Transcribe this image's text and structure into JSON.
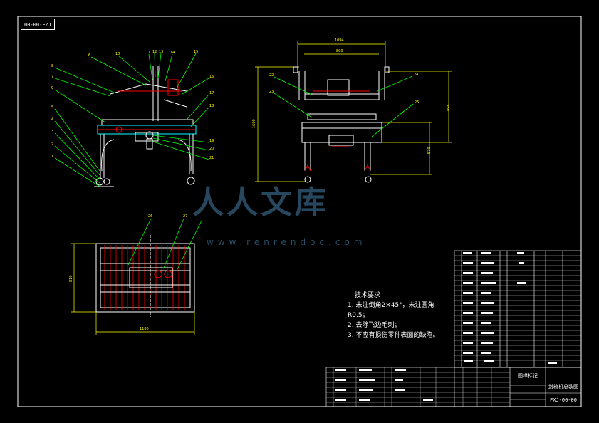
{
  "drawing": {
    "code_box": "00-00-EZJ",
    "technical_notes": {
      "title": "技术要求",
      "items": [
        "1. 未注倒角2×45°，未注圆角",
        "R0.5；",
        "2. 去除飞边毛刺；",
        "3. 不应有损伤零件表面的缺陷。"
      ]
    },
    "watermark": {
      "brand": "人人文库",
      "url": "www.renrendoc.com"
    },
    "title_block": {
      "name": "封箱机总装图",
      "code": "FXJ-00-00",
      "mark": "图样标记"
    },
    "dimensions": {
      "side_top_width": "1094",
      "side_inner_width": "800",
      "side_height": "1600",
      "side_right_height": "856",
      "side_lower_height": "570",
      "top_view_width": "1180",
      "top_view_depth": "810"
    },
    "balloons": [
      "6",
      "10",
      "11",
      "12",
      "13",
      "14",
      "15",
      "8",
      "7",
      "9",
      "5",
      "4",
      "3",
      "2",
      "1",
      "16",
      "17",
      "18",
      "19",
      "20",
      "21",
      "22",
      "23",
      "24",
      "25",
      "26",
      "27"
    ],
    "colors": {
      "background": "#000000",
      "frame": "#ffffff",
      "part": "#ffffff",
      "leader": "#00ff00",
      "detail": "#ff0000",
      "dimension": "#ffff00",
      "accent": "#00ffff",
      "watermark": "#4682aa"
    }
  }
}
